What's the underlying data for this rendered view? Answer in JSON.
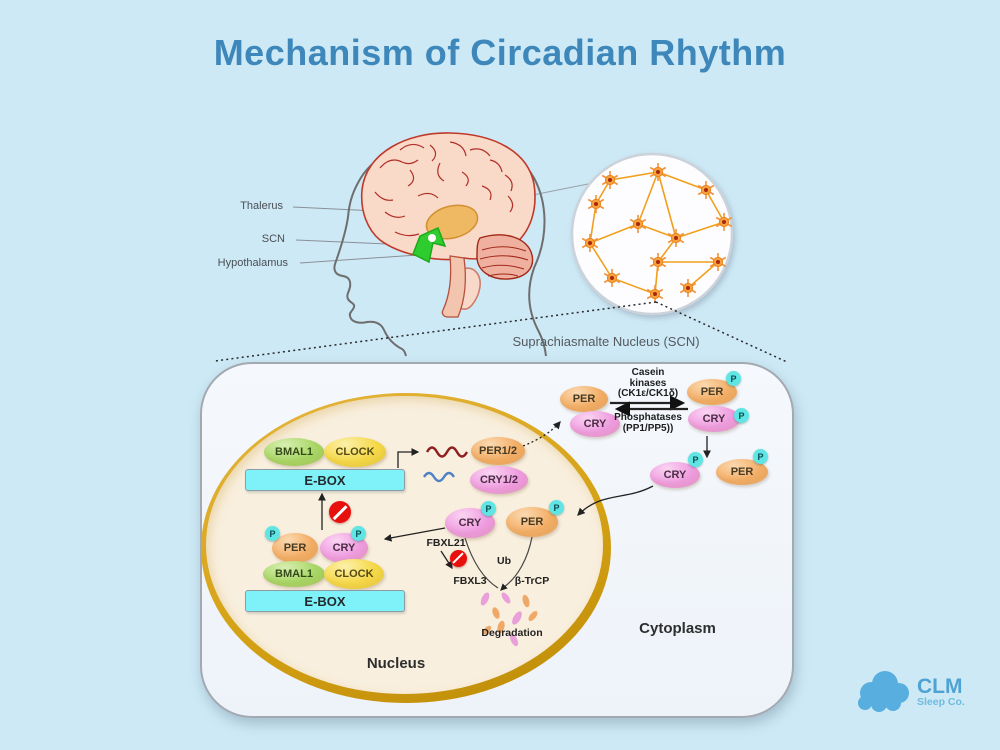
{
  "title": "Mechanism of Circadian Rhythm",
  "brain_section": {
    "labels": {
      "thalamus": "Thalerus",
      "scn": "SCN",
      "hypothalamus": "Hypothalamus"
    },
    "scn_caption": "Suprachiasmalte Nucleus (SCN)"
  },
  "cell": {
    "p_label": "P",
    "transcription": {
      "bmal1": "BMAL1",
      "clock": "CLOCK",
      "ebox": "E-BOX"
    },
    "gene_products": {
      "per12": "PER1/2",
      "cry12": "CRY1/2"
    },
    "repression_complex": {
      "per": "PER",
      "cry": "CRY",
      "bmal1": "BMAL1",
      "clock": "CLOCK",
      "ebox": "E-BOX"
    },
    "nuclear_pair": {
      "cry": "CRY",
      "per": "PER"
    },
    "degradation": {
      "fbxl21": "FBXL21",
      "fbxl3": "FBXL3",
      "ub": "Ub",
      "btrcp": "β-TrCP",
      "caption": "Degradation"
    },
    "kinase_cycle": {
      "per": "PER",
      "cry": "CRY",
      "per_p": "PER",
      "cry_p": "CRY",
      "kinase_lines": [
        "Casein",
        "kinases",
        "(CK1ε/CK1δ)"
      ],
      "phosphatase_lines": [
        "Phosphatases",
        "(PP1/PP5))"
      ]
    },
    "free_pair": {
      "cry": "CRY",
      "per": "PER"
    },
    "compartments": {
      "nucleus": "Nucleus",
      "cytoplasm": "Cytoplasm"
    }
  },
  "logo": {
    "name": "CLM",
    "subtitle": "Sleep Co."
  },
  "colors": {
    "background": "#cde9f5",
    "title": "#3d87ba",
    "per_orange": "#f3ae67",
    "cry_pink": "#ef9ce0",
    "bmal1_green": "#a7d766",
    "clock_yellow": "#f5d847",
    "ebox_cyan": "#7ef2f8",
    "phosphate_badge": "#5fe6e4",
    "nucleus_ring": "#d5a215",
    "nucleus_fill": "#f9efde",
    "prohibition_red": "#e8100c"
  }
}
